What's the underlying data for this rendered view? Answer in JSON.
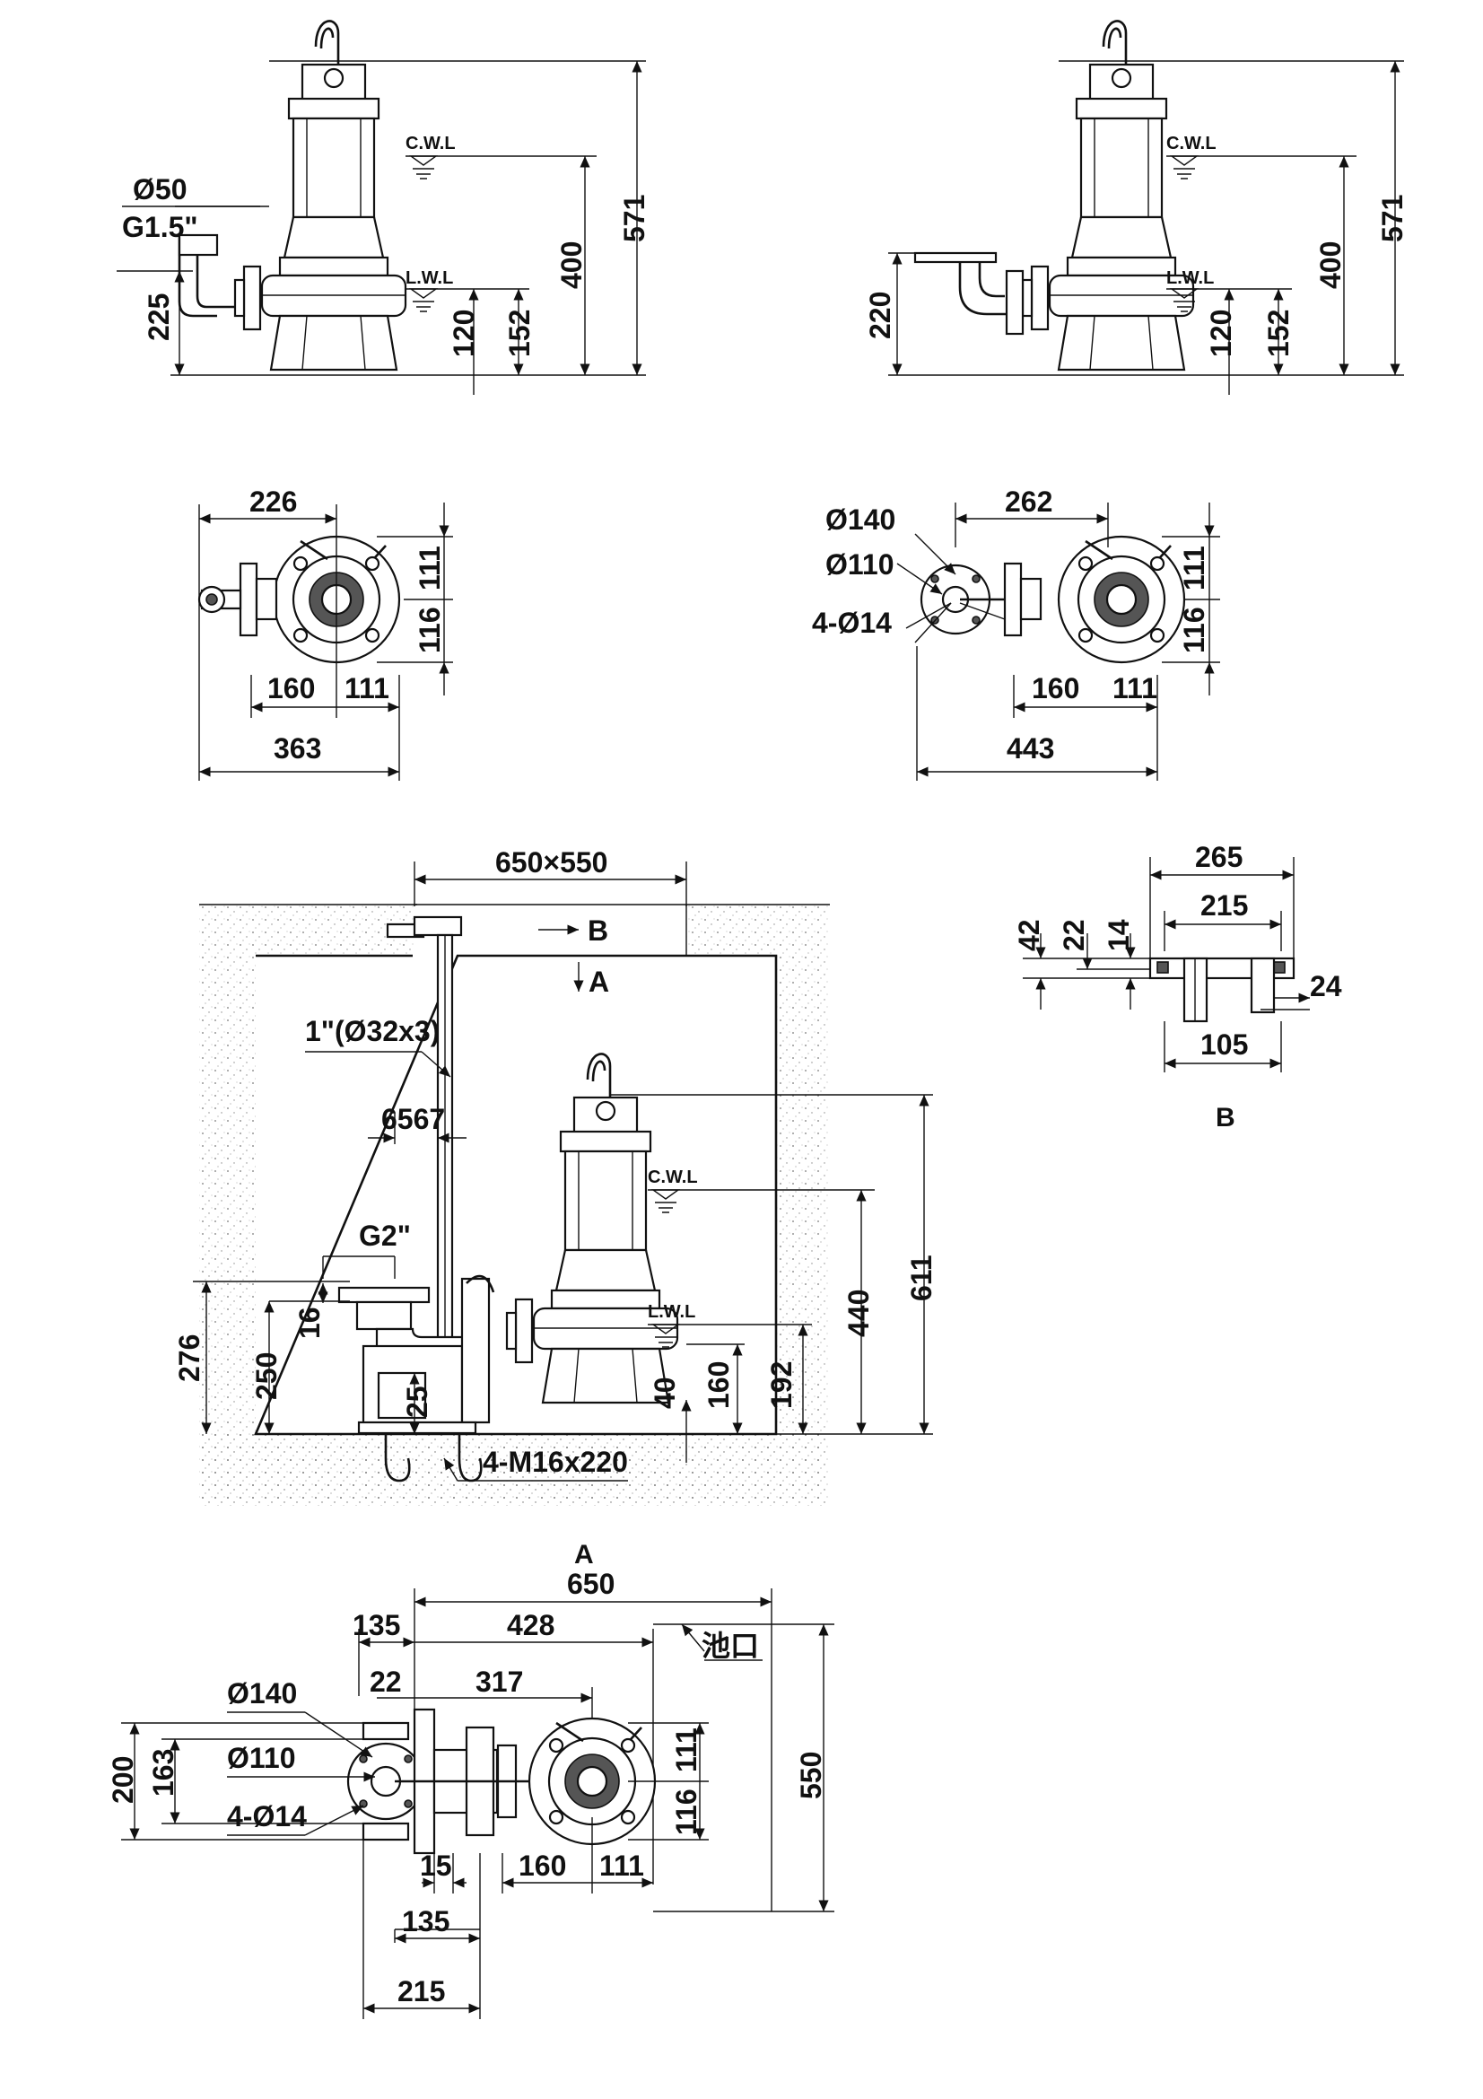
{
  "levels": {
    "cwl": "C.W.L",
    "lwl": "L.W.L"
  },
  "view1": {
    "outlet_dia": "Ø50",
    "thread": "G1.5\"",
    "h_outlet": "225",
    "h_total": "571",
    "h_cwl": "400",
    "h_lwl": "120",
    "h_lwl2": "152"
  },
  "view2": {
    "h_outlet": "220",
    "h_total": "571",
    "h_cwl": "400",
    "h_lwl": "120",
    "h_lwl2": "152"
  },
  "plan1": {
    "w_top": "226",
    "h_a": "111",
    "h_b": "116",
    "w_a": "160",
    "w_b": "111",
    "w_total": "363"
  },
  "plan2": {
    "d_flange": "Ø140",
    "d_pcd": "Ø110",
    "holes": "4-Ø14",
    "w_top": "262",
    "h_a": "111",
    "h_b": "116",
    "w_a": "160",
    "w_b": "111",
    "w_total": "443"
  },
  "pit": {
    "opening": "650×550",
    "marker_b": "B",
    "marker_a": "A",
    "guide_pipe": "1\"(Ø32x3)",
    "dim_6567": "6567",
    "thread": "G2\"",
    "h_276": "276",
    "h_250": "250",
    "h_16": "16",
    "h_25": "25",
    "h_40": "40",
    "h_160": "160",
    "h_192": "192",
    "h_440": "440",
    "h_611": "611",
    "bolts": "4-M16x220"
  },
  "bracket": {
    "w_total": "265",
    "w_inner": "215",
    "h_42": "42",
    "h_22": "22",
    "h_14": "14",
    "w_24": "24",
    "w_105": "105",
    "label": "B"
  },
  "planA": {
    "label": "A",
    "w_650": "650",
    "w_135": "135",
    "w_428": "428",
    "pool_mouth": "池口",
    "w_22": "22",
    "w_317": "317",
    "d_flange": "Ø140",
    "d_pcd": "Ø110",
    "holes": "4-Ø14",
    "h_200": "200",
    "h_163": "163",
    "h_111": "111",
    "h_116": "116",
    "h_550": "550",
    "w_15": "15",
    "w_160": "160",
    "w_111": "111",
    "w_135b": "135",
    "w_215": "215"
  }
}
